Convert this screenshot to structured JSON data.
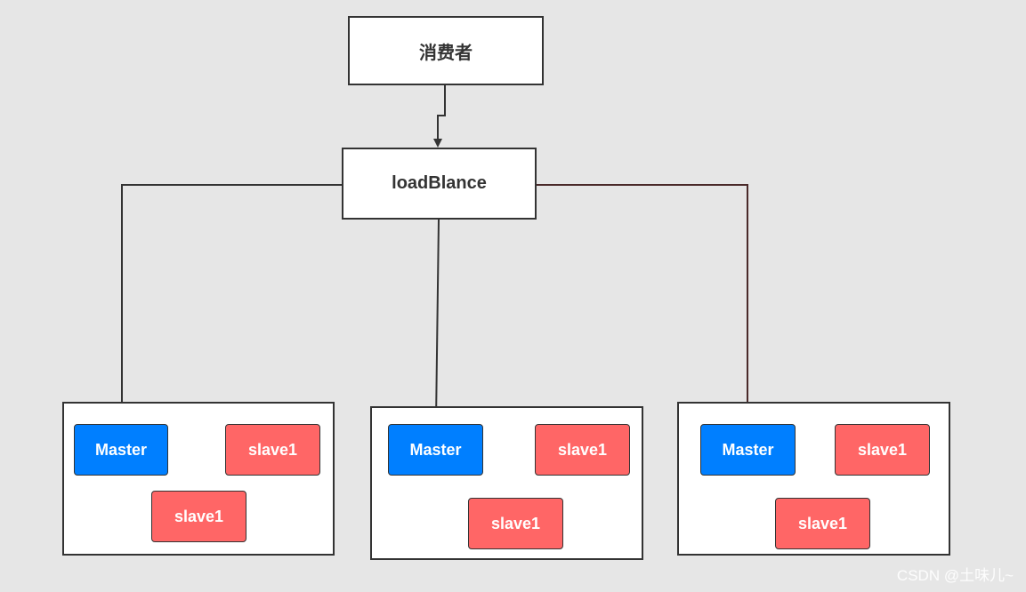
{
  "consumer": {
    "label": "消费者"
  },
  "load_balancer": {
    "label": "loadBlance"
  },
  "clusters": [
    {
      "master": "Master",
      "slave_a": "slave1",
      "slave_b": "slave1"
    },
    {
      "master": "Master",
      "slave_a": "slave1",
      "slave_b": "slave1"
    },
    {
      "master": "Master",
      "slave_a": "slave1",
      "slave_b": "slave1"
    }
  ],
  "watermark": "CSDN @土味儿~",
  "colors": {
    "master": "#007fff",
    "slave": "#ff6666",
    "line": "#333333",
    "background": "#e6e6e6"
  }
}
